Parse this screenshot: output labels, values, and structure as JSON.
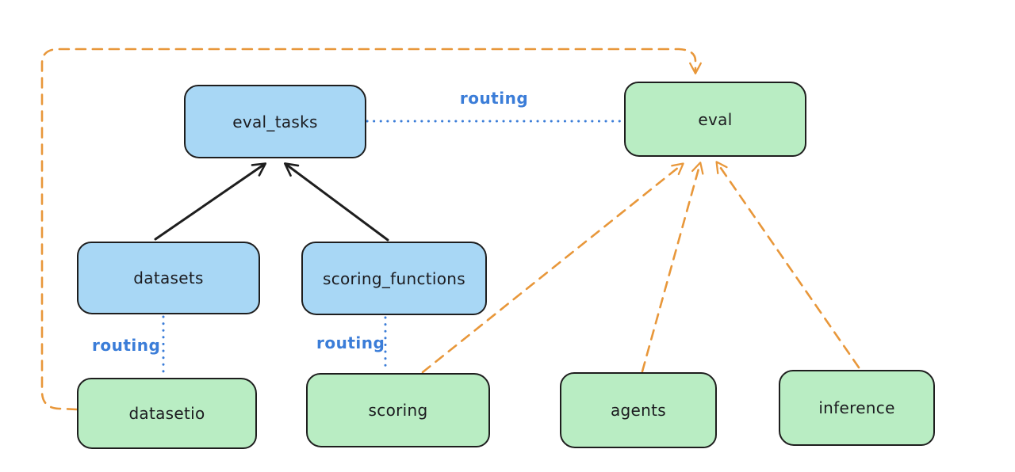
{
  "diagram": {
    "nodes": [
      {
        "id": "eval_tasks",
        "label": "eval_tasks",
        "kind": "api",
        "fill": "#a8d7f5"
      },
      {
        "id": "eval",
        "label": "eval",
        "kind": "provider",
        "fill": "#b9edc3"
      },
      {
        "id": "datasets",
        "label": "datasets",
        "kind": "api",
        "fill": "#a8d7f5"
      },
      {
        "id": "scoring_functions",
        "label": "scoring_functions",
        "kind": "api",
        "fill": "#a8d7f5"
      },
      {
        "id": "datasetio",
        "label": "datasetio",
        "kind": "provider",
        "fill": "#b9edc3"
      },
      {
        "id": "scoring",
        "label": "scoring",
        "kind": "provider",
        "fill": "#b9edc3"
      },
      {
        "id": "agents",
        "label": "agents",
        "kind": "provider",
        "fill": "#b9edc3"
      },
      {
        "id": "inference",
        "label": "inference",
        "kind": "provider",
        "fill": "#b9edc3"
      }
    ],
    "edges": [
      {
        "from": "datasets",
        "to": "eval_tasks",
        "style": "solid-black-arrow",
        "label": ""
      },
      {
        "from": "scoring_functions",
        "to": "eval_tasks",
        "style": "solid-black-arrow",
        "label": ""
      },
      {
        "from": "eval_tasks",
        "to": "eval",
        "style": "dotted-blue",
        "label": "routing"
      },
      {
        "from": "datasets",
        "to": "datasetio",
        "style": "dotted-blue",
        "label": "routing"
      },
      {
        "from": "scoring_functions",
        "to": "scoring",
        "style": "dotted-blue",
        "label": "routing"
      },
      {
        "from": "datasetio",
        "to": "eval",
        "style": "dashed-orange-arrow",
        "label": ""
      },
      {
        "from": "scoring",
        "to": "eval",
        "style": "dashed-orange-arrow",
        "label": ""
      },
      {
        "from": "agents",
        "to": "eval",
        "style": "dashed-orange-arrow",
        "label": ""
      },
      {
        "from": "inference",
        "to": "eval",
        "style": "dashed-orange-arrow",
        "label": ""
      }
    ],
    "colors": {
      "api_fill": "#a8d7f5",
      "provider_fill": "#b9edc3",
      "node_stroke": "#1e1e1e",
      "routing_blue": "#3b7dd8",
      "provider_orange": "#e8973a",
      "background": "#ffffff"
    }
  }
}
